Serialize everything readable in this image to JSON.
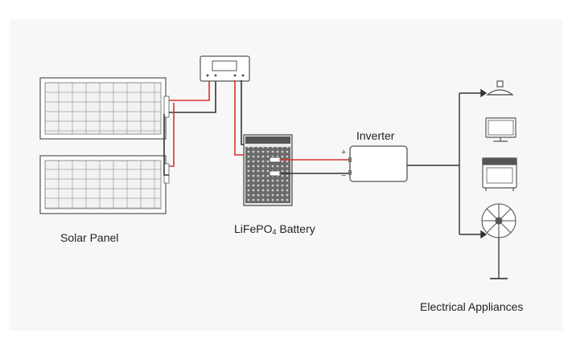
{
  "labels": {
    "solar_panel": "Solar Panel",
    "battery_prefix": "LiFePO",
    "battery_subscript": "4",
    "battery_suffix": " Battery",
    "inverter": "Inverter",
    "appliances": "Electrical Appliances"
  },
  "terminal_marks": {
    "positive": "+",
    "negative": "−"
  },
  "icons": [
    "solar-panel-icon",
    "charge-controller-icon",
    "lifepo4-battery-icon",
    "inverter-icon",
    "ceiling-lamp-icon",
    "monitor-icon",
    "microwave-icon",
    "standing-fan-icon"
  ],
  "colors": {
    "positive_wire": "#d8342b",
    "negative_wire": "#333333",
    "outline": "#555555",
    "background_panel": "#f7f7f7"
  }
}
